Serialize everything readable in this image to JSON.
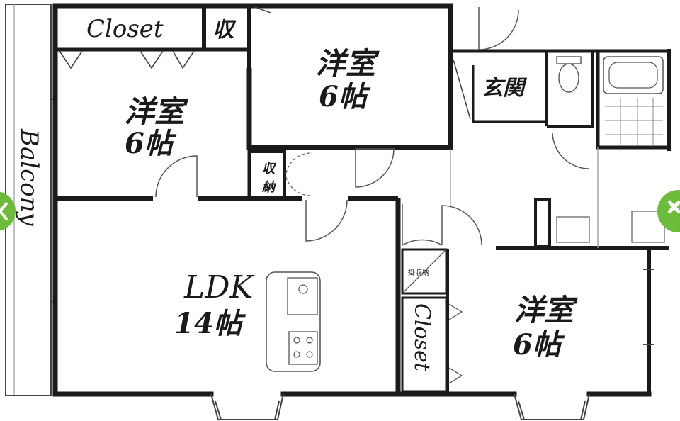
{
  "rooms": {
    "closet_top_left": "Closet",
    "storage_small_top": "収",
    "bedroom_top": {
      "name": "洋室",
      "size": "6帖"
    },
    "bedroom_left": {
      "name": "洋室",
      "size": "6帖"
    },
    "entrance": "玄関",
    "storage_mid": {
      "line1": "収",
      "line2": "納"
    },
    "ldk": {
      "name": "LDK",
      "size": "14帖"
    },
    "linen_closet": "掛収納",
    "closet_right": "Closet",
    "bedroom_right": {
      "name": "洋室",
      "size": "6帖"
    },
    "balcony": "Balcony"
  },
  "nav": {
    "prev_icon": "chevron-left-icon",
    "close_icon": "close-icon",
    "nav_color": "#6dbb3a"
  }
}
